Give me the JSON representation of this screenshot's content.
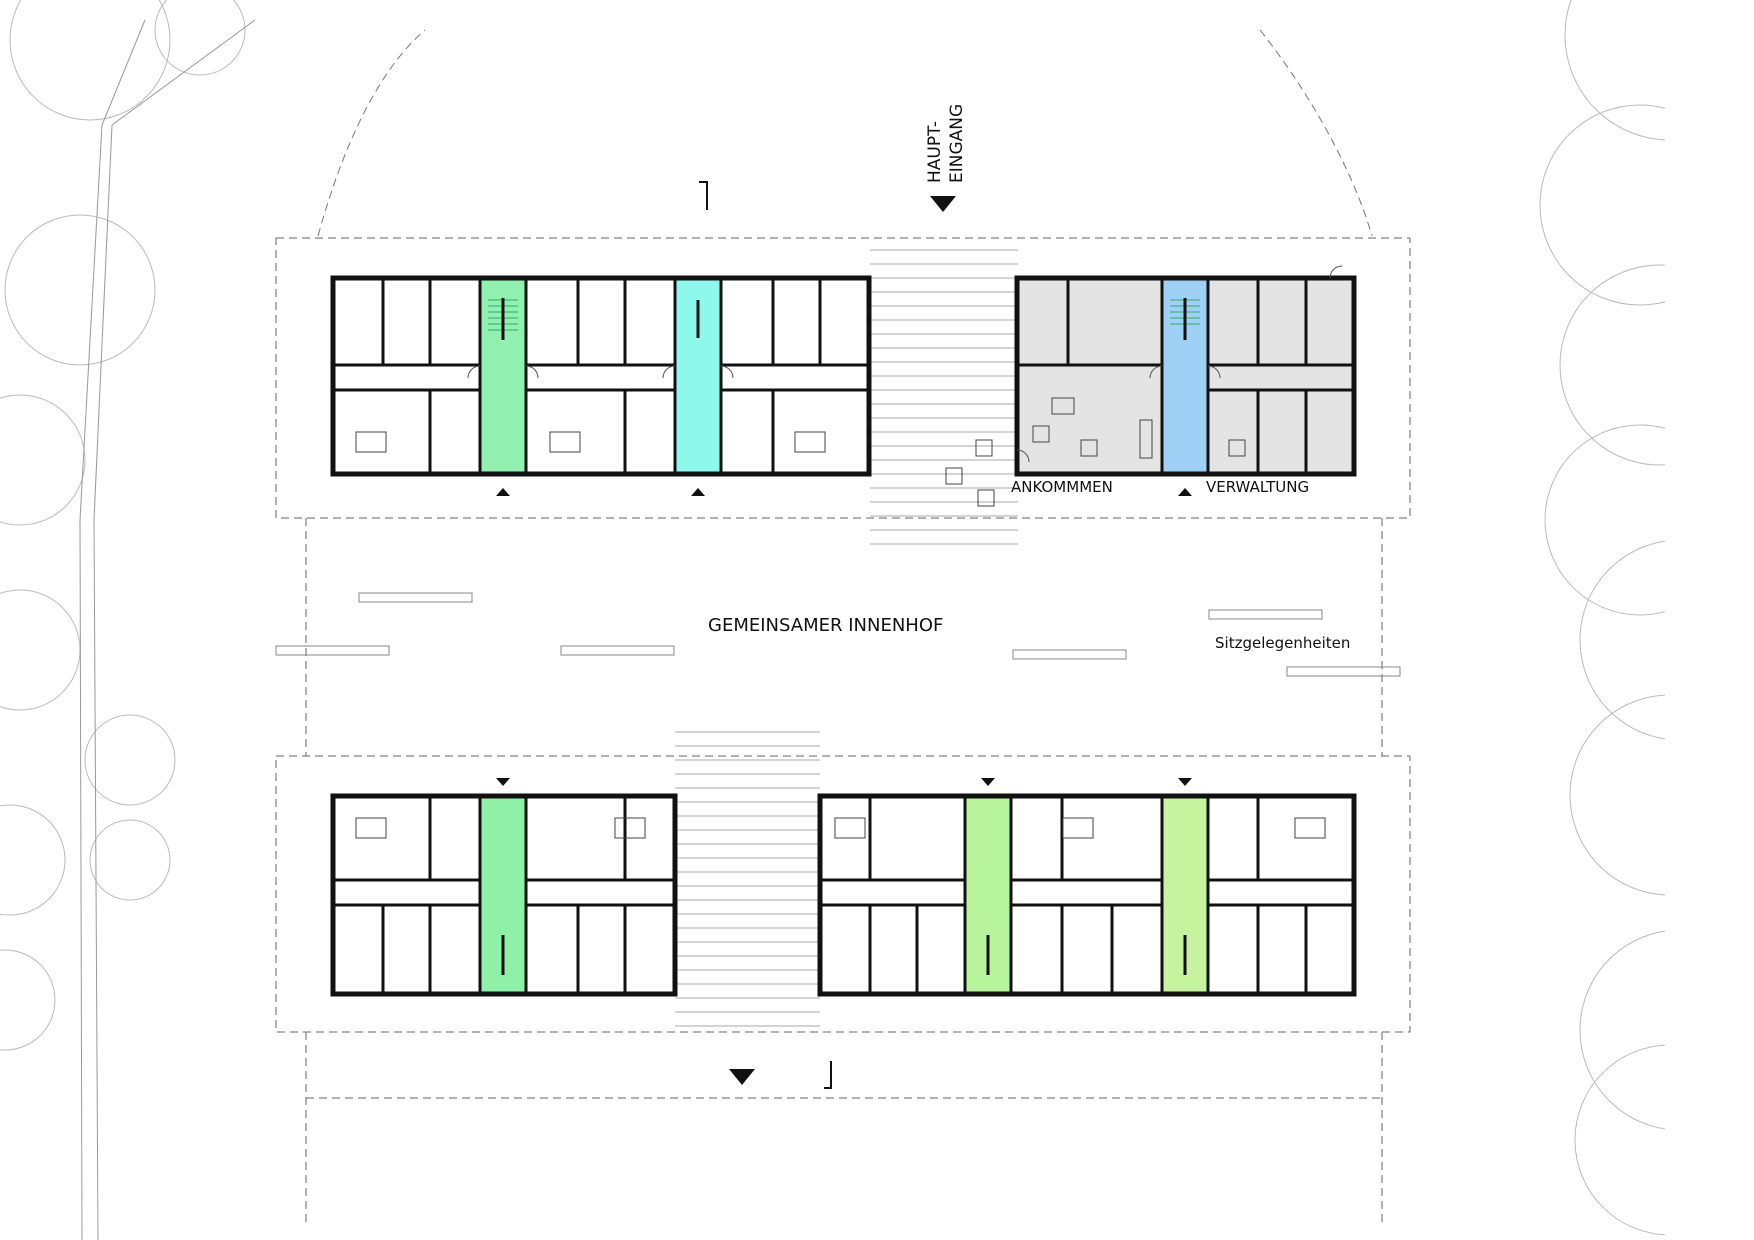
{
  "labels": {
    "main_entrance_line1": "HAUPT-",
    "main_entrance_line2": "EINGANG",
    "arrival": "ANKOMMMEN",
    "administration": "VERWALTUNG",
    "courtyard": "GEMEINSAMER INNENHOF",
    "seating": "Sitzgelegenheiten"
  },
  "colors": {
    "stair_north_1": "#8ff0b0",
    "stair_north_2": "#8ff8ec",
    "stair_north_3": "#9fd0f5",
    "stair_south_1": "#8ff0a8",
    "stair_south_2": "#b8f49c",
    "stair_south_3": "#c6f49e",
    "common_area": "#e4e4e4",
    "wall": "#111111",
    "line": "#999999"
  },
  "symbols": {
    "entrance_marker": "triangle-icon",
    "section_marker": "section-mark-icon",
    "tree": "tree-canopy-icon",
    "bench": "bench-icon",
    "table": "dining-table-icon"
  }
}
